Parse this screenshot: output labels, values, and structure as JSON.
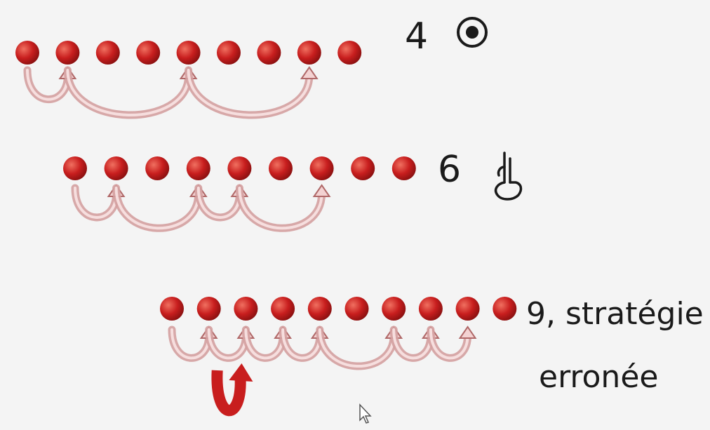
{
  "rows": [
    {
      "label": "4",
      "symbol": "eye-icon",
      "dot_count": 9,
      "arrows": [
        [
          0,
          1
        ],
        [
          1,
          4
        ],
        [
          4,
          7
        ]
      ]
    },
    {
      "label": "6",
      "symbol": "pointing-finger-icon",
      "dot_count": 9,
      "arrows": [
        [
          0,
          1
        ],
        [
          1,
          3
        ],
        [
          3,
          4
        ],
        [
          4,
          6
        ]
      ]
    },
    {
      "label": "9, stratégie",
      "label_line2": "erronée",
      "dot_count": 10,
      "arrows": [
        [
          0,
          1
        ],
        [
          1,
          2
        ],
        [
          2,
          3
        ],
        [
          3,
          4
        ],
        [
          4,
          6
        ],
        [
          6,
          7
        ],
        [
          7,
          8
        ]
      ],
      "highlight_arrow": [
        1,
        2
      ]
    }
  ],
  "colors": {
    "dot": "#c81e1e",
    "dot_highlight": "#f07060",
    "arrow": "#d4a0a0",
    "arrow_dark": "#b06868",
    "highlight_arrow": "#c81e1e",
    "background": "#f4f4f4"
  }
}
